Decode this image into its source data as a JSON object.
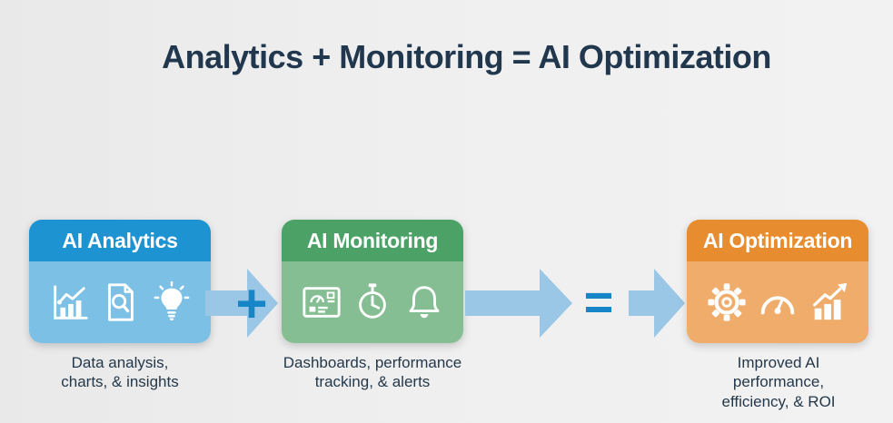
{
  "title": "Analytics + Monitoring = AI Optimization",
  "operators": {
    "plus": "+",
    "equals": "="
  },
  "colors": {
    "background": "#EFEFEF",
    "title_text": "#21374E",
    "caption_text": "#24384A",
    "arrow": "#9AC7E6",
    "operator": "#1786C8",
    "icon": "#FFFFFF",
    "analytics_header": "#1E93D2",
    "analytics_body": "#7DC0E5",
    "monitoring_header": "#4CA167",
    "monitoring_body": "#85BE93",
    "optimization_header": "#E78C2F",
    "optimization_body": "#F0AC6B"
  },
  "cards": [
    {
      "label": "AI Analytics",
      "caption": "Data analysis,\ncharts, & insights",
      "icons": [
        "bar-chart-icon",
        "document-search-icon",
        "lightbulb-icon"
      ]
    },
    {
      "label": "AI Monitoring",
      "caption": "Dashboards, performance\ntracking, & alerts",
      "icons": [
        "dashboard-icon",
        "stopwatch-icon",
        "bell-icon"
      ]
    },
    {
      "label": "AI Optimization",
      "caption": "Improved AI\nperformance,\nefficiency, & ROI",
      "icons": [
        "gear-icon",
        "gauge-icon",
        "growth-chart-icon"
      ]
    }
  ]
}
